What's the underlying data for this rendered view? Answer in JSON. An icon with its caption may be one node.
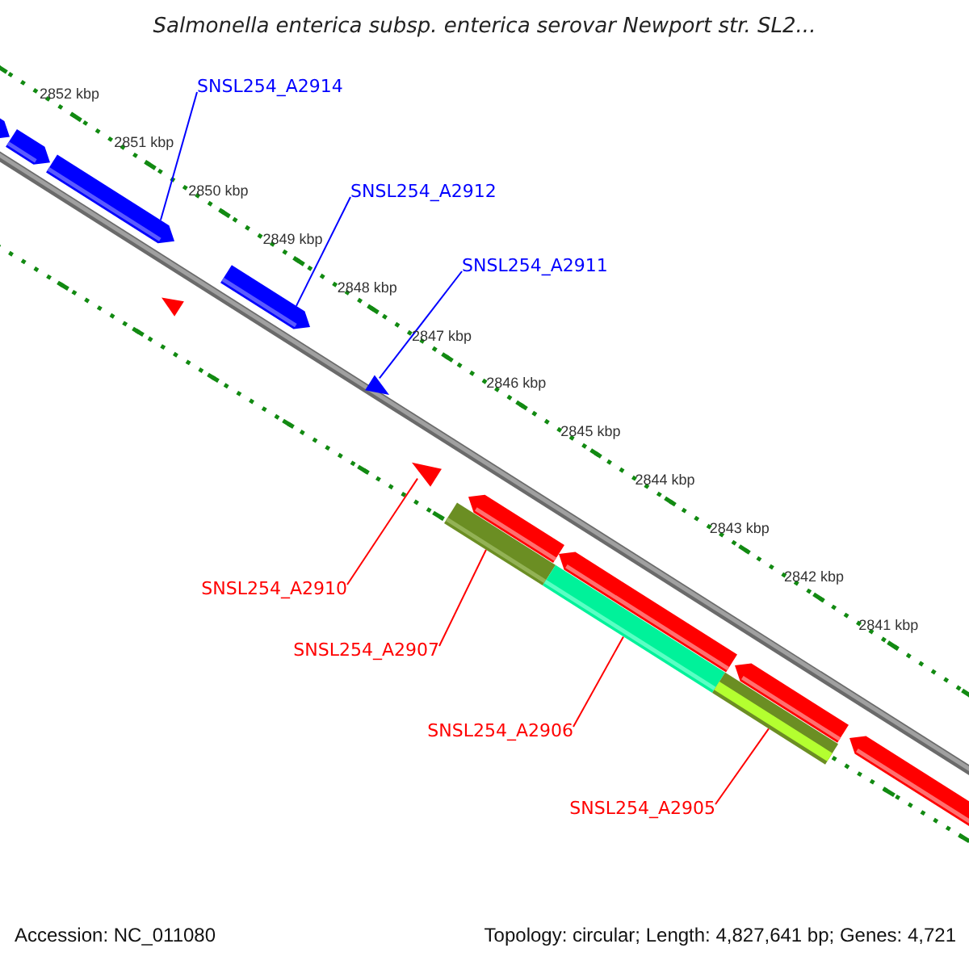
{
  "diagram": {
    "title": "Salmonella enterica subsp. enterica serovar Newport str. SL2...",
    "nodes": [
      {
        "text": [
          "SNSL254_A2914"
        ]
      },
      {
        "text": [
          "SNSL254_A2912"
        ]
      },
      {
        "text": [
          "SNSL254_A2911"
        ]
      },
      {
        "text": [
          "SNSL254_A2910"
        ]
      },
      {
        "text": [
          "SNSL254_A2907"
        ]
      },
      {
        "text": [
          "SNSL254_A2906"
        ]
      },
      {
        "text": [
          "SNSL254_A2905"
        ]
      },
      {
        "text": [],
        "shape": "bar"
      },
      {
        "text": [],
        "shape": "bar"
      },
      {
        "text": [],
        "shape": "triangle"
      },
      {
        "text": [],
        "shape": "triangle"
      },
      {
        "text": [],
        "shape": "bar"
      },
      {
        "text": [],
        "shape": "bar"
      },
      {
        "text": [],
        "shape": "bar"
      }
    ],
    "edges": [
      {
        "from": 0,
        "to": 7,
        "arrow": "none",
        "color": "#0000ff"
      },
      {
        "from": 1,
        "to": 8,
        "arrow": "none",
        "color": "#0000ff"
      },
      {
        "from": 2,
        "to": 9,
        "arrow": "none",
        "color": "#0000ff"
      },
      {
        "from": 3,
        "to": 10,
        "arrow": "none"
      },
      {
        "from": 4,
        "to": 11,
        "arrow": "none"
      },
      {
        "from": 5,
        "to": 12,
        "arrow": "none"
      },
      {
        "from": 6,
        "to": 13,
        "arrow": "none"
      }
    ],
    "labels": [
      "2852 kbp",
      "2851 kbp",
      "2850 kbp",
      "2849 kbp",
      "2848 kbp",
      "2847 kbp",
      "2846 kbp",
      "2845 kbp",
      "2844 kbp",
      "2843 kbp",
      "2842 kbp",
      "2841 kbp",
      "Accession: NC_011080",
      "Topology: circular; Length: 4,827,641 bp; Genes: 4,721"
    ]
  }
}
